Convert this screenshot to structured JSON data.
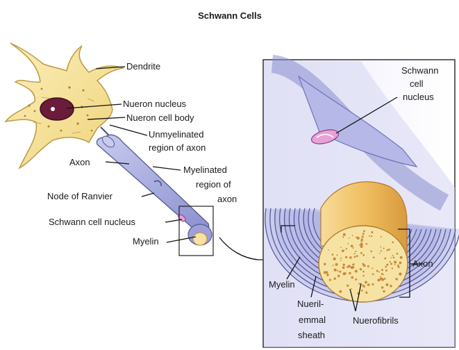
{
  "title": "Schwann Cells",
  "labels": {
    "dendrite": "Dendrite",
    "neuron_nucleus": "Nueron nucleus",
    "neuron_cell_body": "Nueron cell body",
    "unmyelinated_1": "Unmyelinated",
    "unmyelinated_2": "region of axon",
    "axon_left": "Axon",
    "myelinated_1": "Myelinated",
    "myelinated_2": "region of",
    "myelinated_3": "axon",
    "node_of_ranvier": "Node of Ranvier",
    "schwann_nucleus_left": "Schwann cell nucleus",
    "myelin_left": "Myelin",
    "schwann_1": "Schwann",
    "schwann_2": "cell",
    "schwann_3": "nucleus",
    "axon_right": "Axon",
    "myelin_right": "Myelin",
    "neurilemma_1": "Nueril-",
    "neurilemma_2": "emmal",
    "neurilemma_3": "sheath",
    "neurofibrils": "Nuerofibrils"
  },
  "colors": {
    "cell_body": "#f5e39a",
    "cell_outline": "#b99a45",
    "nucleus": "#6b1c3a",
    "axon_sheath": "#8f93cf",
    "myelin_layers": "#b9bce6",
    "axon_core": "#f0c770",
    "cross_section": "#f6e3a4",
    "schwann_nucleus": "#e7a2d8"
  }
}
